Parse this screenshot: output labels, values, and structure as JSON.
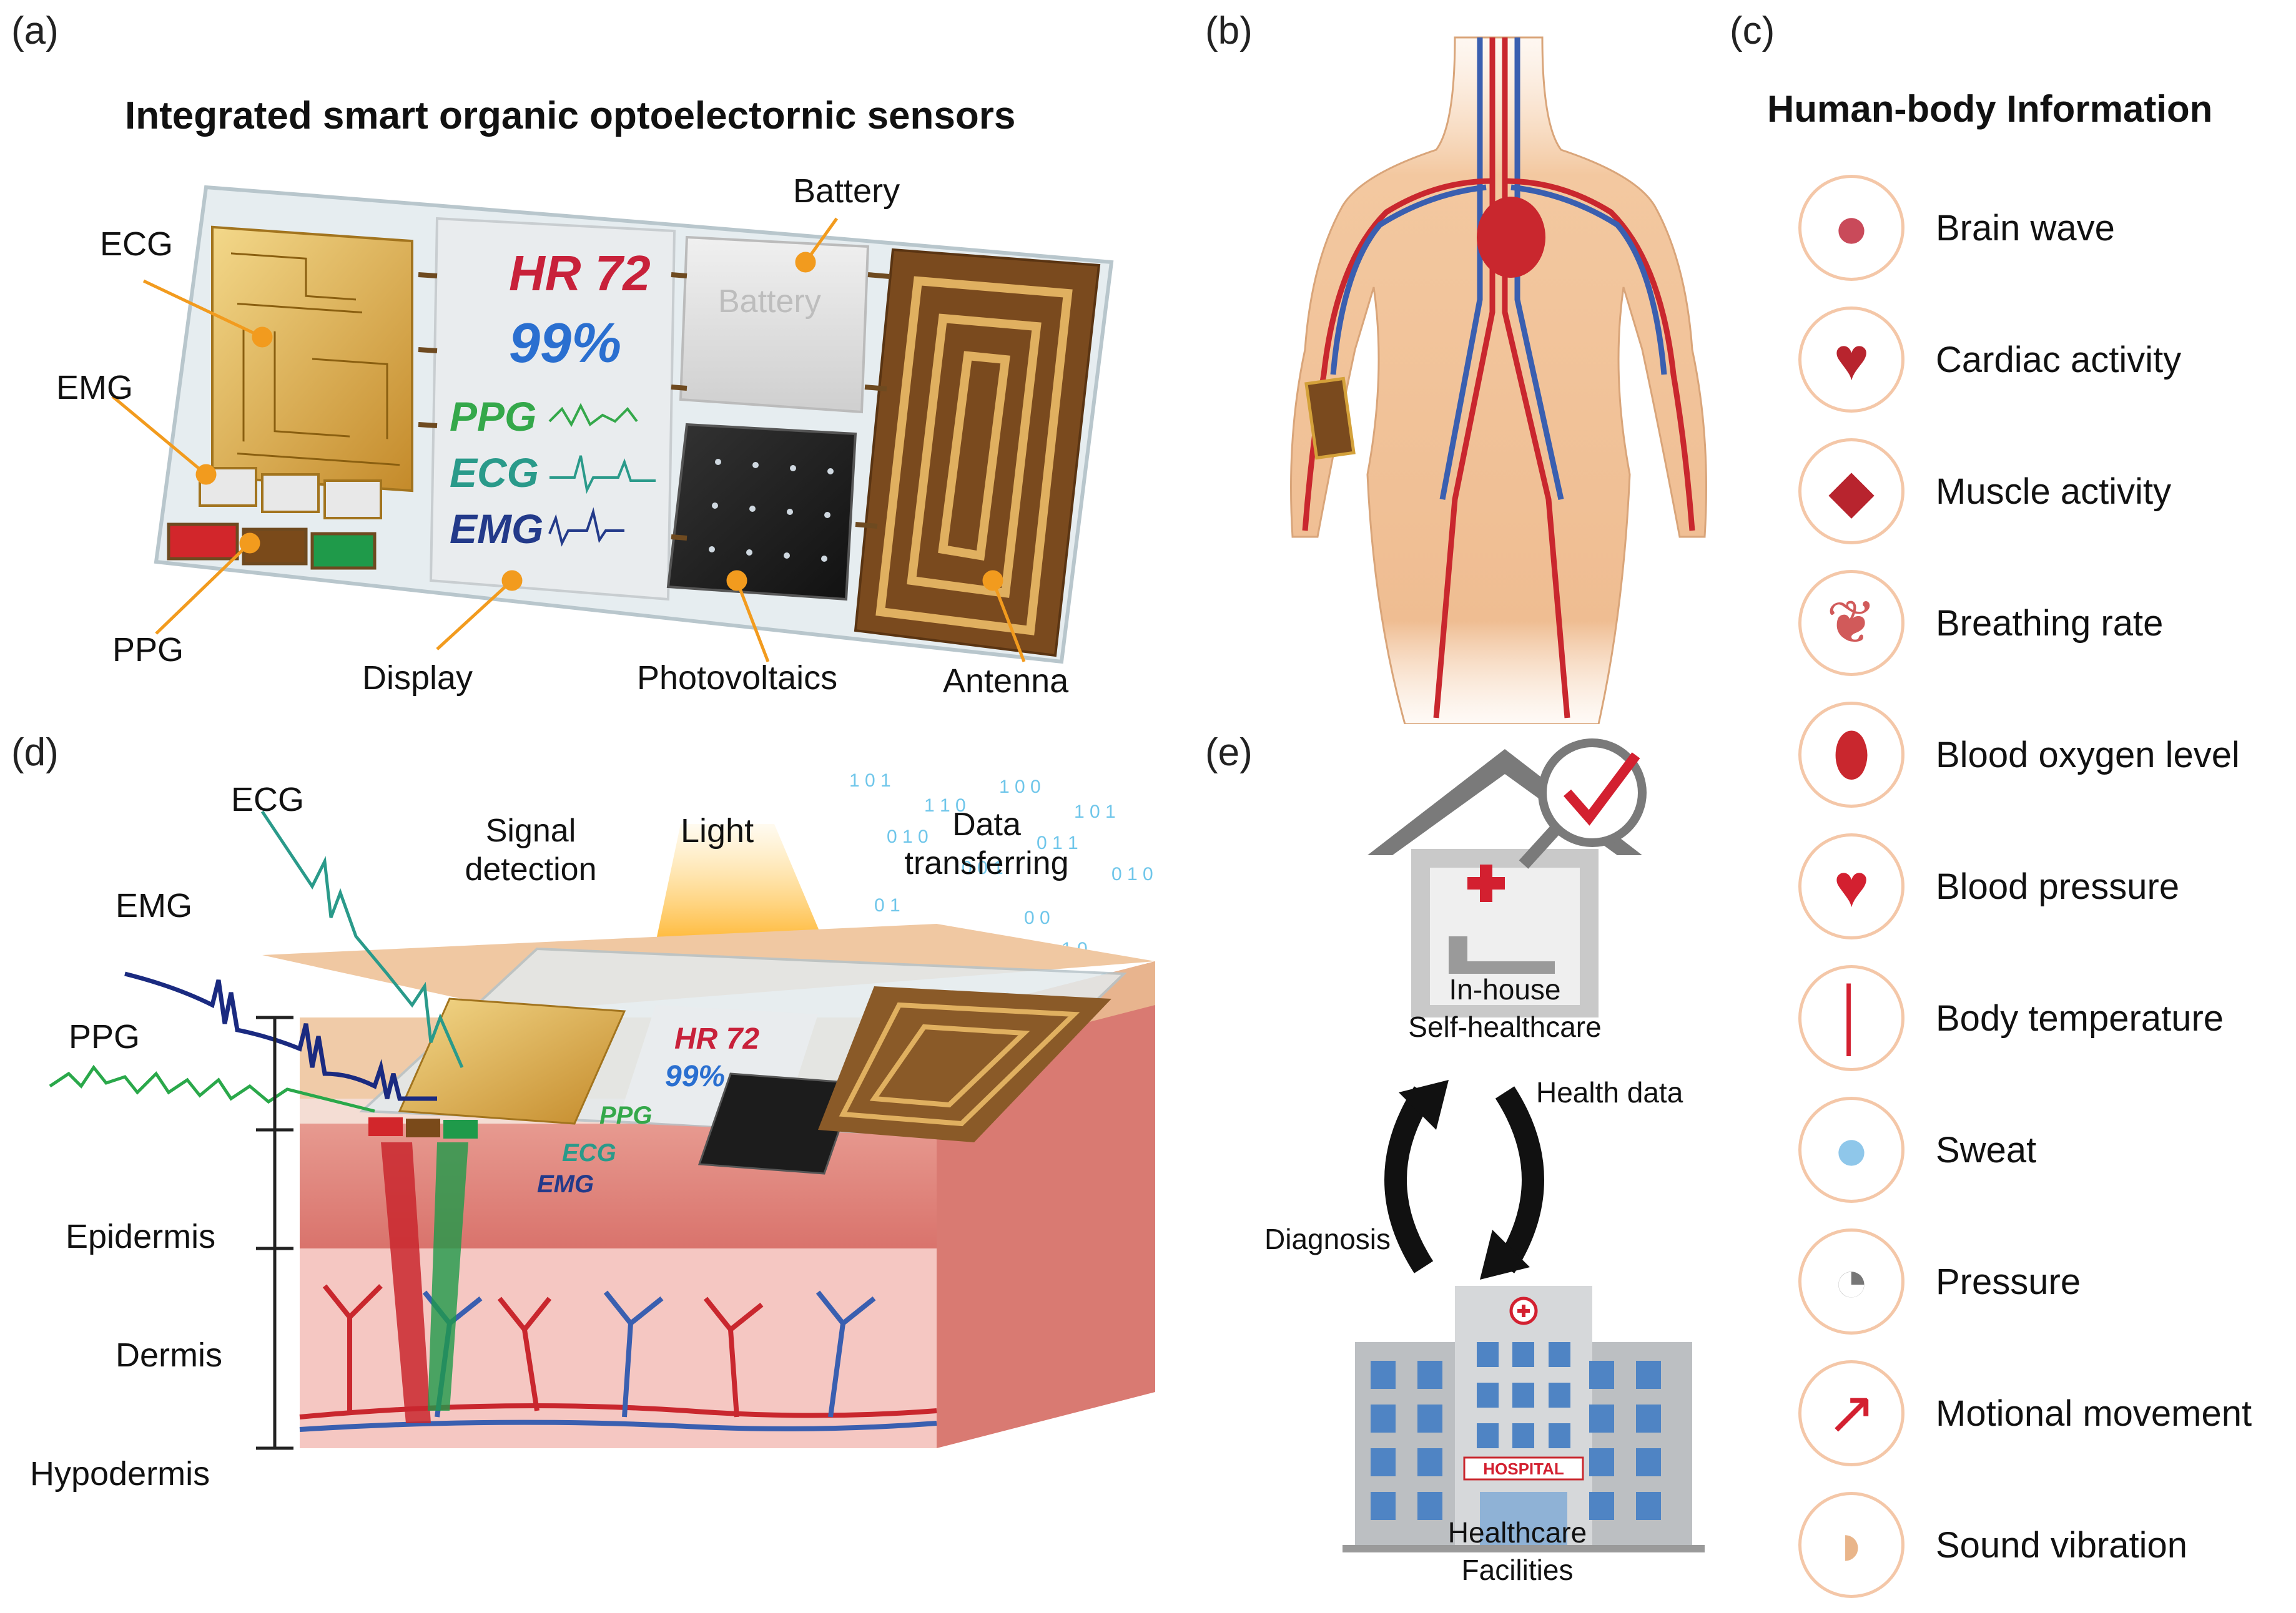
{
  "panels": {
    "a": {
      "letter": "(a)",
      "title": "Integrated smart organic optoelectornic sensors",
      "labels": {
        "ecg": "ECG",
        "emg": "EMG",
        "ppg": "PPG",
        "display": "Display",
        "battery": "Battery",
        "photovoltaics": "Photovoltaics",
        "antenna": "Antenna"
      },
      "display_readouts": {
        "hr": "HR 72",
        "spo2": "99%",
        "ppg": "PPG",
        "ecg": "ECG",
        "emg": "EMG"
      },
      "battery_inscription": "Battery"
    },
    "b": {
      "letter": "(b)"
    },
    "c": {
      "letter": "(c)",
      "title": "Human-body Information",
      "items": [
        {
          "label": "Brain wave",
          "icon": "brain-icon"
        },
        {
          "label": "Cardiac activity",
          "icon": "heart-icon"
        },
        {
          "label": "Muscle activity",
          "icon": "muscle-icon"
        },
        {
          "label": "Breathing rate",
          "icon": "lung-icon"
        },
        {
          "label": "Blood oxygen level",
          "icon": "blood-cell-icon"
        },
        {
          "label": "Blood pressure",
          "icon": "blood-pressure-icon"
        },
        {
          "label": "Body temperature",
          "icon": "thermometer-icon"
        },
        {
          "label": "Sweat",
          "icon": "sweat-drops-icon"
        },
        {
          "label": "Pressure",
          "icon": "pressure-gauge-icon"
        },
        {
          "label": "Motional movement",
          "icon": "motion-axes-icon"
        },
        {
          "label": "Sound vibration",
          "icon": "ear-icon"
        }
      ]
    },
    "d": {
      "letter": "(d)",
      "labels": {
        "ecg": "ECG",
        "emg": "EMG",
        "ppg": "PPG",
        "signal_line1": "Signal",
        "signal_line2": "detection",
        "light": "Light",
        "data_line1": "Data",
        "data_line2": "transferring",
        "epidermis": "Epidermis",
        "dermis": "Dermis",
        "hypodermis": "Hypodermis"
      },
      "display_readouts": {
        "hr": "HR 72",
        "spo2": "99%",
        "ppg": "PPG",
        "ecg": "ECG",
        "emg": "EMG"
      }
    },
    "e": {
      "letter": "(e)",
      "home_line1": "In-house",
      "home_line2": "Self-healthcare",
      "health_data": "Health data",
      "diagnosis": "Diagnosis",
      "hospital_sign": "HOSPITAL",
      "facility_line1": "Healthcare",
      "facility_line2": "Facilities"
    }
  },
  "colors": {
    "gold": "#d4a13a",
    "skin": "#f3c8a0",
    "red_sig": "#d32030",
    "blue_sig": "#2050c0",
    "green_sig": "#20a040",
    "teal_sig": "#1f9a8a",
    "navy_sig": "#1a2a80",
    "accent_orange": "#f29b1e"
  }
}
